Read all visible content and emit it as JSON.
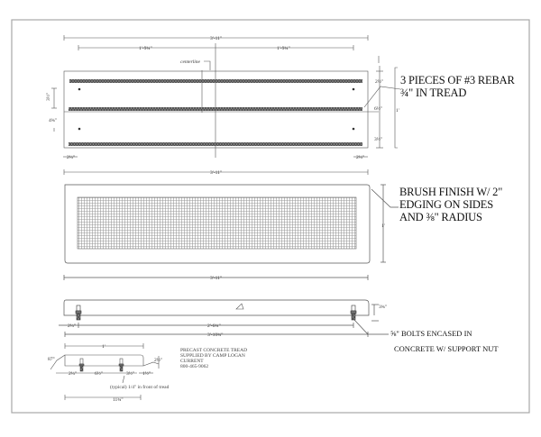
{
  "drawing": {
    "border_color": "#a8a8a8",
    "line_color": "#555555",
    "hatch_color": "#707070",
    "plan_view": {
      "overall_length": "3'-11\"",
      "half_left": "1'-9¾\"",
      "half_right": "1'-9¾\"",
      "centerline_label": "centerline",
      "bottom_length": "3'-11\"",
      "edge_offset_left": "2¼\"",
      "edge_offset_right": "2¼\"",
      "left_dim_upper": "3½\"",
      "left_dim_lower": "4¾\"",
      "right_dims": [
        "2½\"",
        "6½\"",
        "3½\""
      ],
      "depth": "1'",
      "callout": {
        "line1": "3 PIECES OF #3 REBAR",
        "line2": "¾\" IN TREAD"
      }
    },
    "finish_view": {
      "depth": "1'",
      "length": "3'-11\"",
      "callout": {
        "line1": "BRUSH FINISH W/ 2\"",
        "line2": "EDGING ON SIDES",
        "line3": "AND ⅜\" RADIUS"
      }
    },
    "front_elevation": {
      "overall_length": "3'-11\"",
      "thickness": "3¾\"",
      "bolt_spacing": "2'-6¾\"",
      "bolt_offset": "2¼\"",
      "bottom_length": "3'-10¾\"",
      "bolt_callout": {
        "size": "⅝\"",
        "line1": "BOLTS  ENCASED IN",
        "line2": "CONCRETE W/ SUPPORT NUT"
      }
    },
    "side_section": {
      "width": "1'",
      "angle": "87°",
      "dims": [
        "2¼\"",
        "6½\"",
        "3½\"",
        "1½\""
      ],
      "height": "2½\"",
      "overhang_note": "(typical) 1/4\" in front of tread",
      "bottom_dim": "11¾\"",
      "supplier_note": {
        "line1": "PRECAST CONCRETE TREAD",
        "line2": "SUPPLIED BY CAMP LOGAN",
        "line3": "CURRENT",
        "line4": "800-465-9062"
      }
    }
  }
}
